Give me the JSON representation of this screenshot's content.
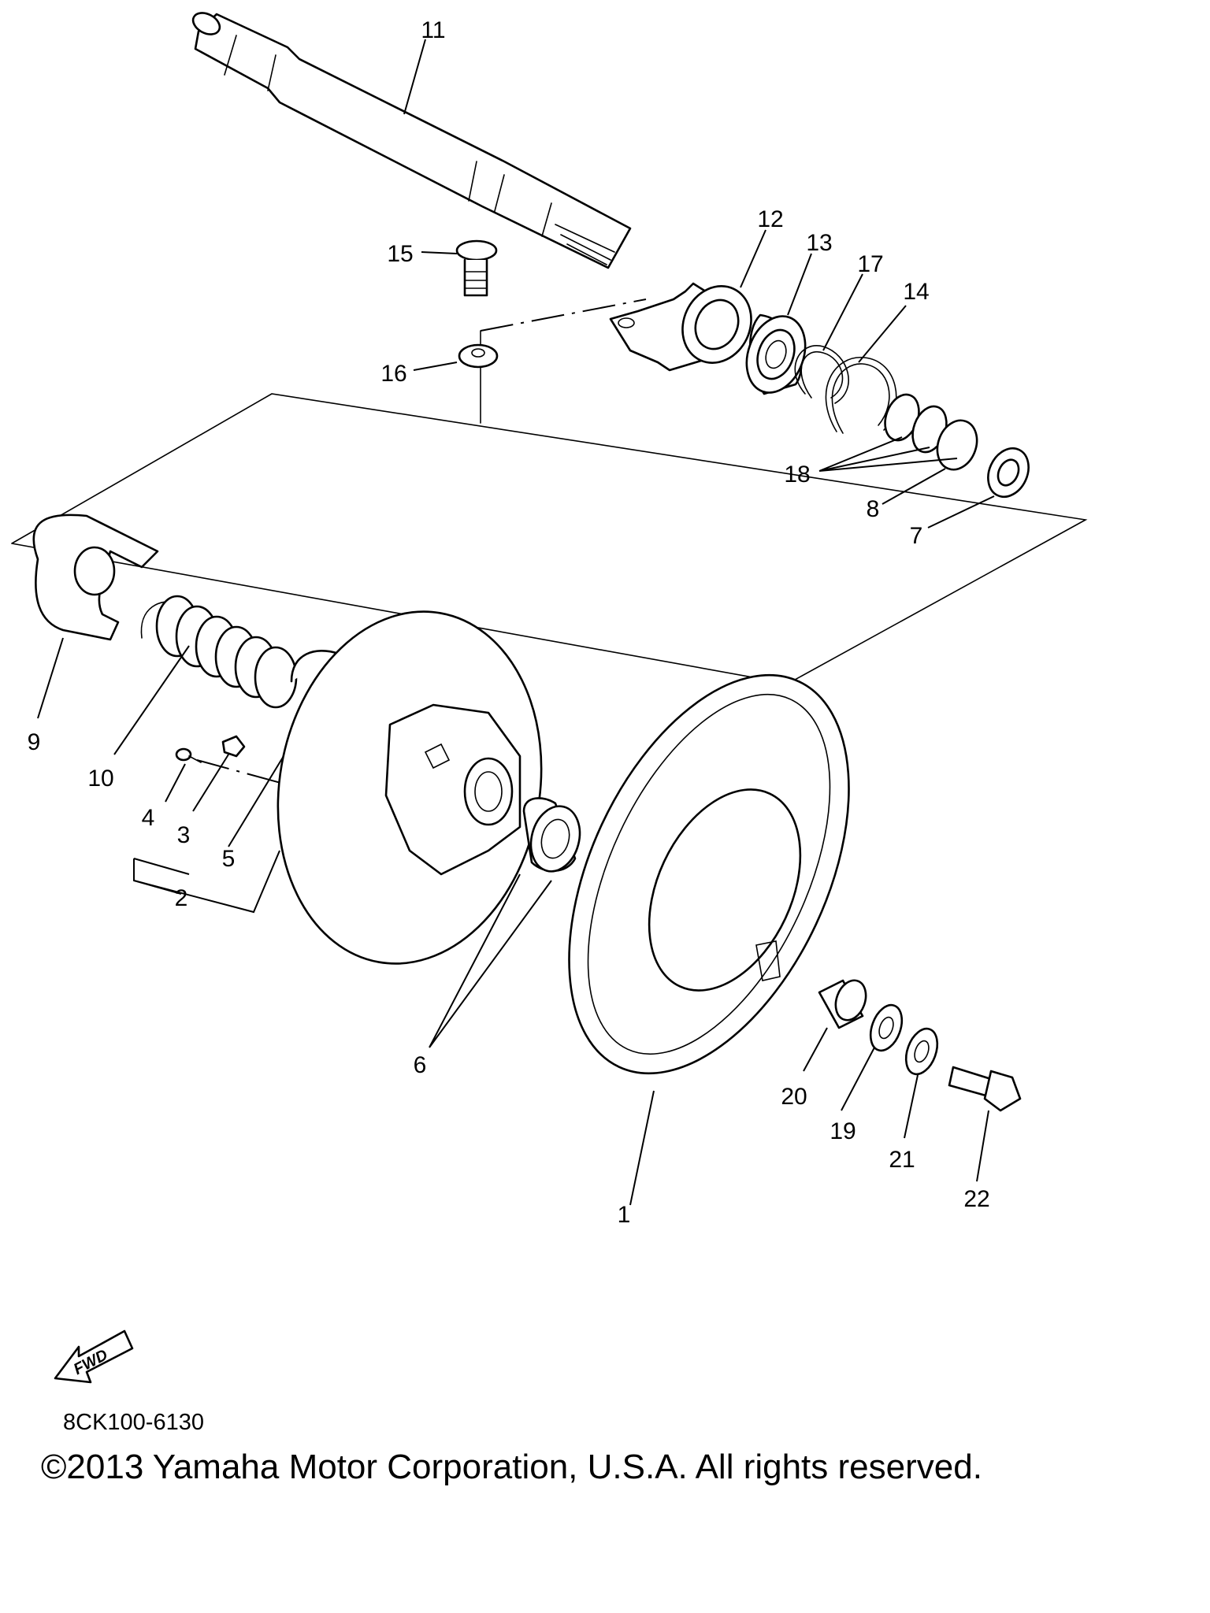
{
  "diagram": {
    "parts": [
      "1",
      "2",
      "3",
      "4",
      "5",
      "6",
      "7",
      "8",
      "9",
      "10",
      "11",
      "12",
      "13",
      "14",
      "15",
      "16",
      "17",
      "18",
      "19",
      "20",
      "21",
      "22"
    ],
    "fwd_label": "FWD",
    "code": "8CK100-6130"
  },
  "footer": {
    "copyright": "©2013 Yamaha Motor Corporation, U.S.A. All rights reserved."
  }
}
